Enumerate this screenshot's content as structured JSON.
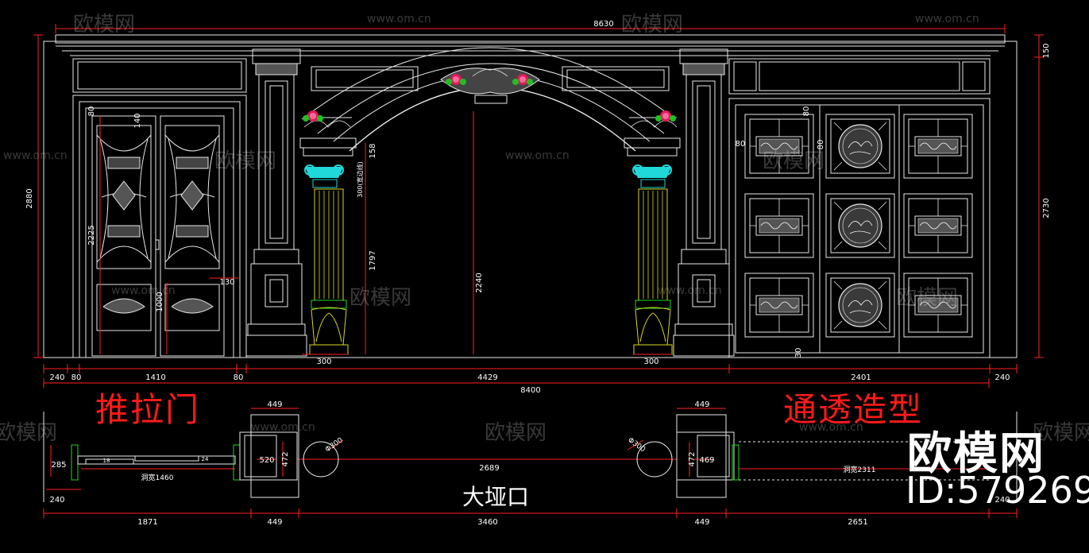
{
  "labels": {
    "sliding_door": "推拉门",
    "openwork_feature": "通透造型",
    "big_arch": "大垭口"
  },
  "brand": {
    "logo": "欧模网",
    "id": "ID:579269"
  },
  "watermarks": {
    "logo": "欧模网",
    "url": "www.om.cn"
  },
  "dims": {
    "total_top": "8630",
    "top_band": "150",
    "left_height": "2880",
    "right_height": "2730",
    "door_height": "2225",
    "door_lower": "1000",
    "door_top_gap": "80",
    "door_top_panel": "140",
    "door_handle": "130",
    "arch_gap": "158",
    "arch_label": "300(宽边线)",
    "arch_col": "1797",
    "arch_open": "2240",
    "col_left": "300",
    "col_right": "300",
    "right_gap_a": "80",
    "right_gap_b": "80",
    "right_gap_c": "80",
    "right_gap_d": "30",
    "b_240l": "240",
    "b_80a": "80",
    "b_1410": "1410",
    "b_80b": "80",
    "b_4429": "4429",
    "b_2401": "2401",
    "b_240r": "240",
    "b_8400": "8400",
    "p_449a": "449",
    "p_449b": "449",
    "p_285": "285",
    "p_240": "240",
    "p_open_left": "洞宽1460",
    "p_520": "520",
    "p_472a": "472",
    "p_phi_left": "Φ300",
    "p_phi_right": "Φ300",
    "p_2689": "2689",
    "p_472b": "472",
    "p_469": "469",
    "p_open_right": "洞宽2311",
    "p_24": "24",
    "p_18": "18",
    "bb_1871": "1871",
    "bb_449a": "449",
    "bb_3460": "3460",
    "bb_449b": "449",
    "bb_2651": "2651",
    "bb_240r": "240"
  },
  "colors": {
    "background": "#000000",
    "line": "#e8e8e8",
    "dimension": "#ff2020",
    "label_red": "#ff1a1a",
    "column_yellow": "#d8d820",
    "capital_cyan": "#20d8d8",
    "rose_magenta": "#e01a5a",
    "green": "#20d820"
  }
}
